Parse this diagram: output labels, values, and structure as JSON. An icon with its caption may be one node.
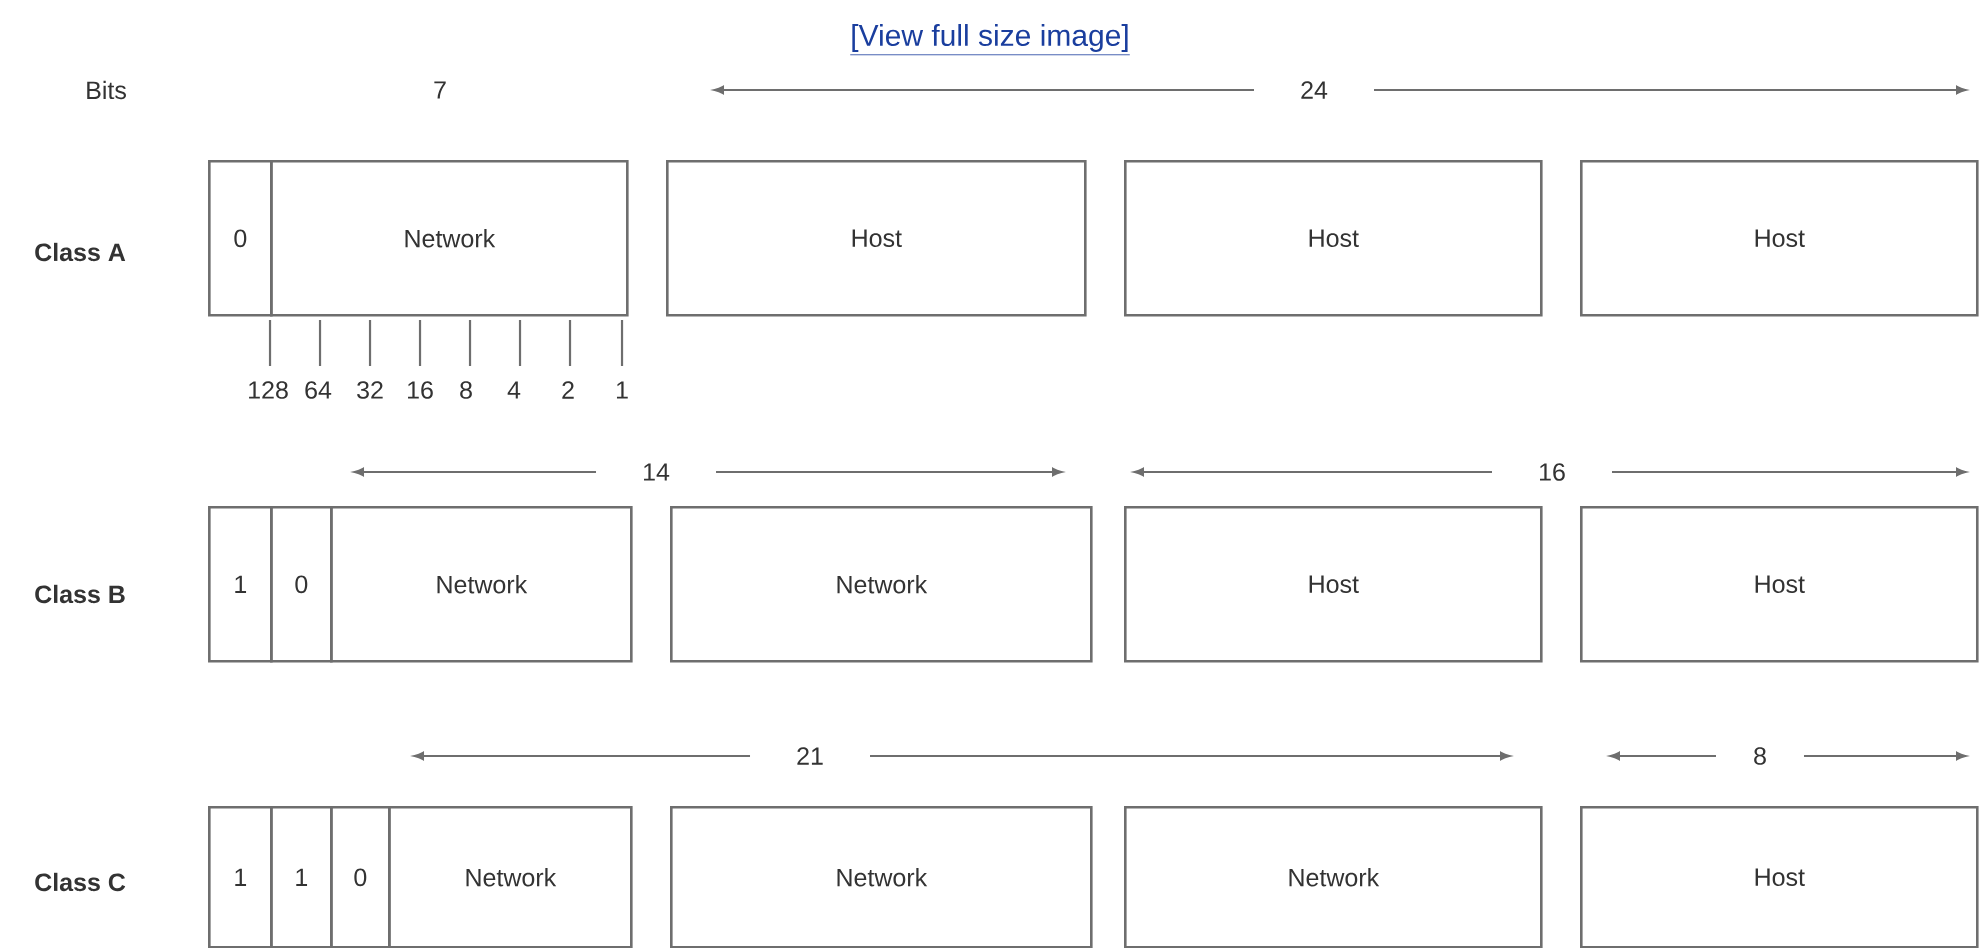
{
  "diagram": {
    "nodes": [
      {
        "text": [
          "0"
        ]
      },
      {
        "text": [
          "Network"
        ]
      },
      {
        "text": [
          "Host"
        ]
      },
      {
        "text": [
          "Host"
        ]
      },
      {
        "text": [
          "Host"
        ]
      },
      {
        "text": [
          "1"
        ]
      },
      {
        "text": [
          "0"
        ]
      },
      {
        "text": [
          "Network"
        ]
      },
      {
        "text": [
          "Network"
        ]
      },
      {
        "text": [
          "Host"
        ]
      },
      {
        "text": [
          "Host"
        ]
      },
      {
        "text": [
          "1"
        ]
      },
      {
        "text": [
          "1"
        ]
      },
      {
        "text": [
          "0"
        ]
      },
      {
        "text": [
          "Network"
        ]
      },
      {
        "text": [
          "Network"
        ]
      },
      {
        "text": [
          "Network"
        ]
      },
      {
        "text": [
          "Host"
        ]
      }
    ],
    "labels": [
      "[View full size image]",
      "Bits",
      "7",
      "24",
      "Class A",
      "128",
      "64",
      "32",
      "16",
      "8",
      "4",
      "2",
      "1",
      "14",
      "16",
      "Class B",
      "21",
      "8",
      "Class C"
    ]
  }
}
